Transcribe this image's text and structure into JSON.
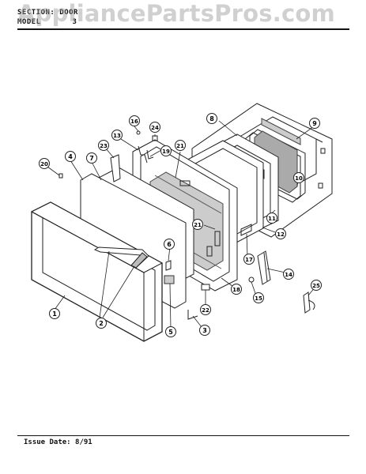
{
  "header": {
    "section_label": "SECTION:",
    "section_value": "DOOR",
    "model_label": "MODEL",
    "model_value": "3"
  },
  "watermark": "AppliancePartsPros.com",
  "callouts": [
    "1",
    "2",
    "3",
    "4",
    "5",
    "6",
    "7",
    "8",
    "9",
    "10",
    "11",
    "12",
    "13",
    "14",
    "15",
    "16",
    "17",
    "18",
    "19",
    "20",
    "21",
    "22",
    "23",
    "24",
    "25"
  ],
  "footer": {
    "issue_label": "Issue Date:",
    "issue_value": "8/91"
  }
}
